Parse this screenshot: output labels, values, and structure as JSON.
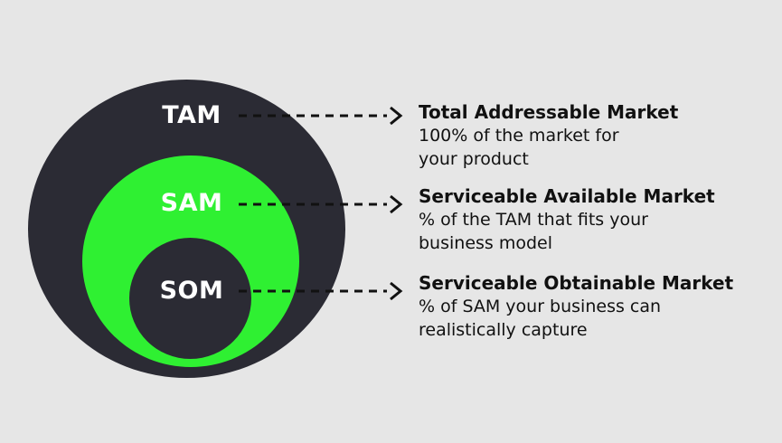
{
  "colors": {
    "background": "#e6e6e6",
    "outer_circle": "#2b2b34",
    "middle_circle": "#2ff032",
    "inner_circle": "#2b2b34",
    "abbr_text": "#ffffff",
    "description_text": "#111111"
  },
  "levels": [
    {
      "abbr": "TAM",
      "title": "Total Addressable Market",
      "description": "100% of the market for\nyour product"
    },
    {
      "abbr": "SAM",
      "title": "Serviceable Available Market",
      "description": "% of the TAM that fits your\nbusiness model"
    },
    {
      "abbr": "SOM",
      "title": "Serviceable Obtainable Market",
      "description": "% of SAM your business can\nrealistically capture"
    }
  ]
}
